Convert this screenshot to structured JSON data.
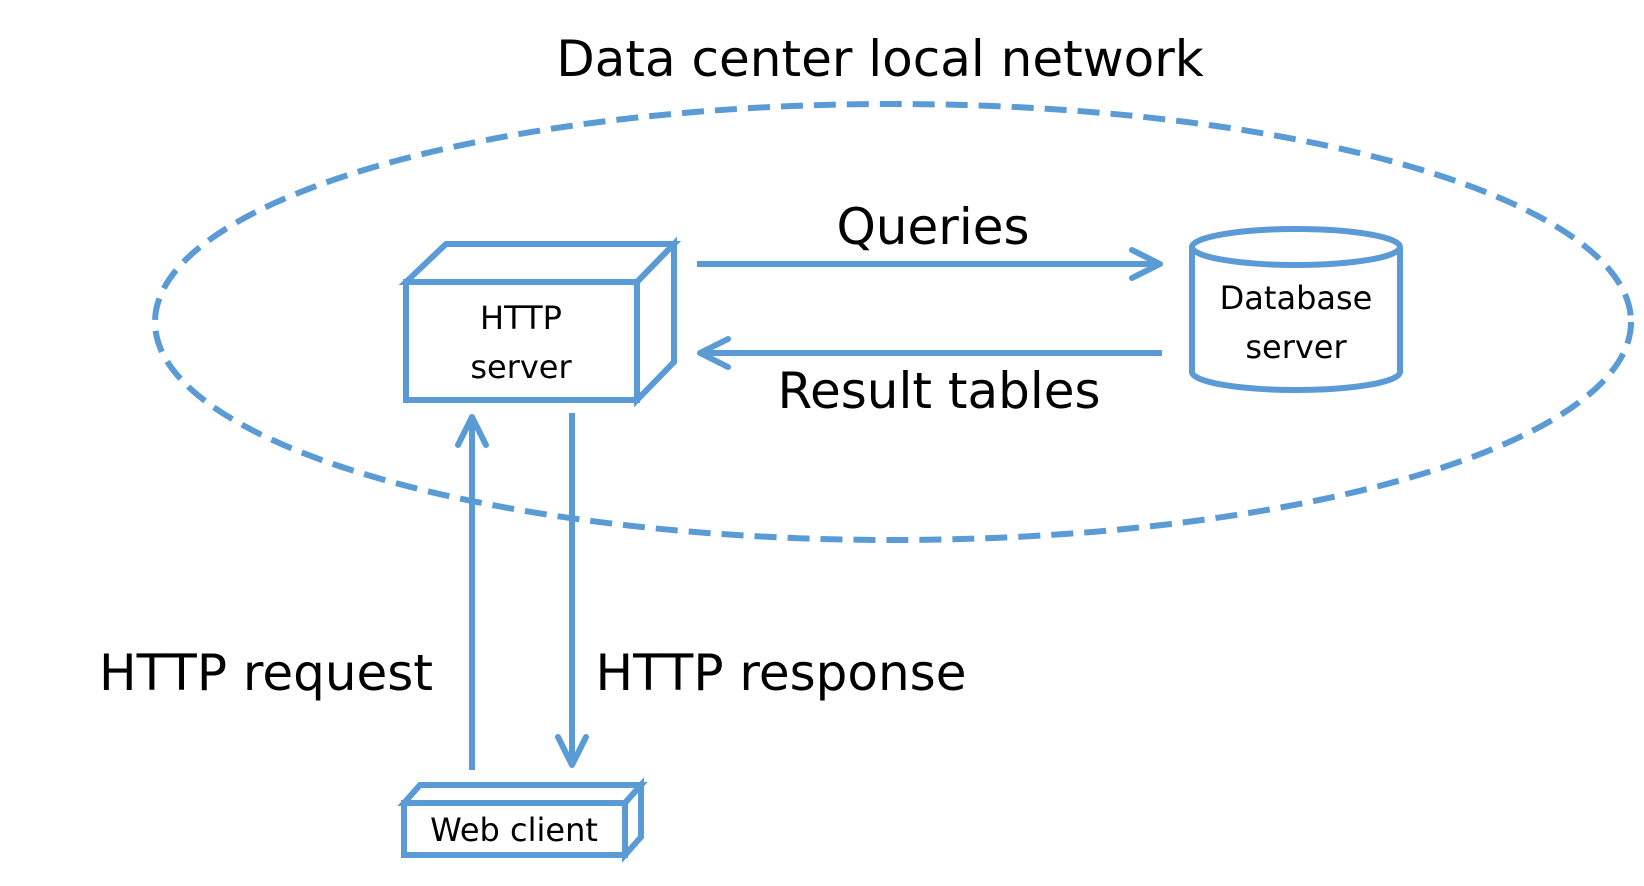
{
  "network": {
    "title": "Data center local network"
  },
  "http_server": {
    "line1": "HTTP",
    "line2": "server"
  },
  "database_server": {
    "line1": "Database",
    "line2": "server"
  },
  "web_client": {
    "label": "Web client"
  },
  "edges": {
    "queries": "Queries",
    "result_tables": "Result tables",
    "http_request": "HTTP request",
    "http_response": "HTTP response"
  },
  "colors": {
    "stroke": "#5b9bd5",
    "text": "#000000",
    "background": "#ffffff"
  }
}
